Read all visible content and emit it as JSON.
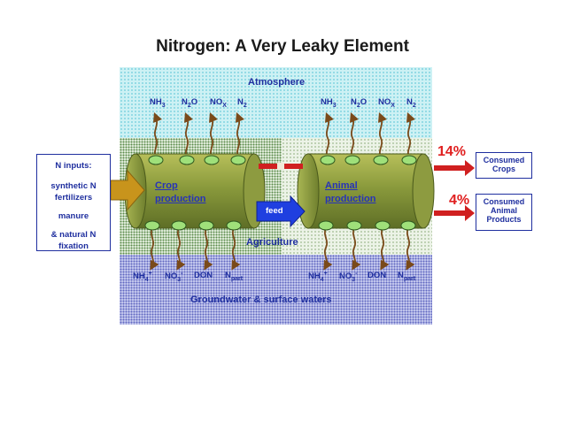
{
  "title": "Nitrogen: A Very Leaky Element",
  "zones": {
    "atmosphere": "Atmosphere",
    "agriculture": "Agriculture",
    "groundwater": "Groundwater & surface waters"
  },
  "inputs": {
    "heading": "N inputs:",
    "items": [
      "synthetic N",
      "fertilizers",
      "manure",
      "& natural N",
      "fixation"
    ]
  },
  "crop": {
    "label_line1": "Crop",
    "label_line2": "production"
  },
  "animal": {
    "label_line1": "Animal",
    "label_line2": "production"
  },
  "feed_label": "feed",
  "emissions_up": [
    "NH3",
    "N2O",
    "NOX",
    "N2"
  ],
  "emissions_down": [
    "NH4+",
    "NO3-",
    "DON",
    "Npart"
  ],
  "outputs": {
    "crops": {
      "percent": "14%",
      "line1": "Consumed",
      "line2": "Crops"
    },
    "animal": {
      "percent": "4%",
      "line1": "Consumed",
      "line2": "Animal",
      "line3": "Products"
    }
  },
  "colors": {
    "cylinder": "#8a9a3c",
    "arrow_up": "#7a4a1a",
    "input_arrow": "#c8941c",
    "feed_arrow": "#1f3fe0",
    "output_arrow": "#d02020",
    "text_blue": "#1f2f9f"
  }
}
